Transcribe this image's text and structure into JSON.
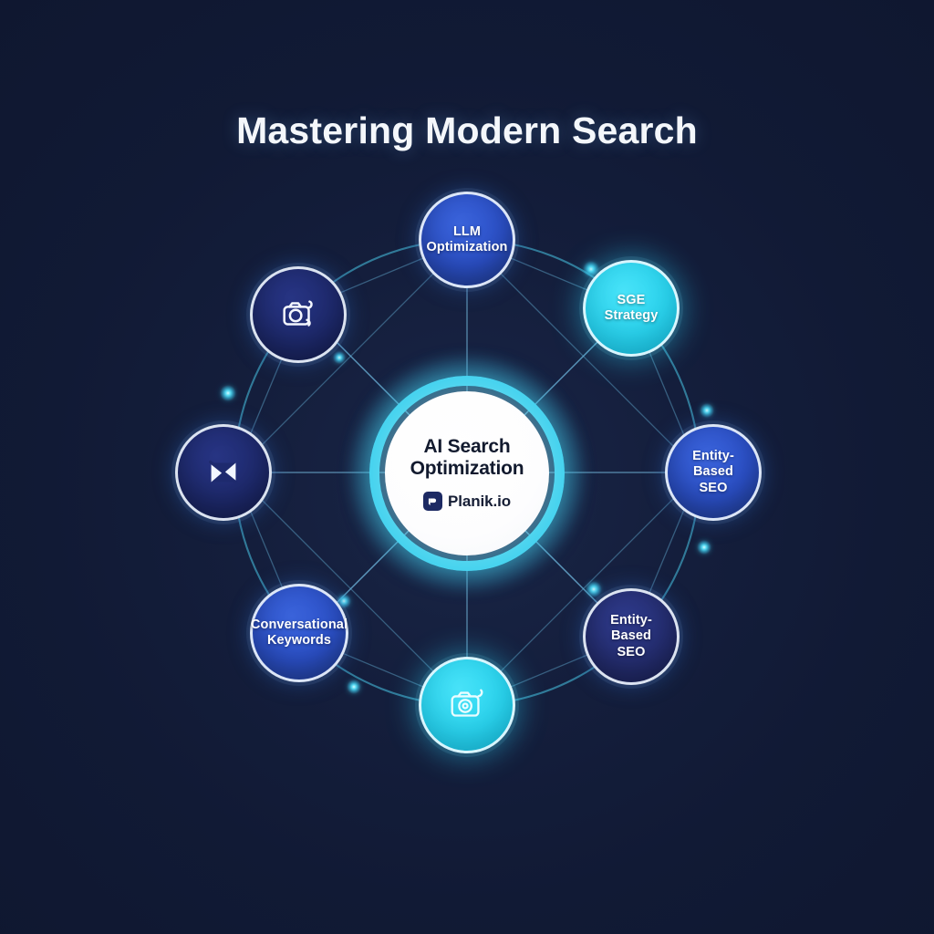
{
  "page": {
    "title": "Mastering Modern Search",
    "background_color": "#121c38",
    "accent_cyan": "#46d3ef",
    "accent_blue": "#2b50c8",
    "accent_navy": "#1e2a6e"
  },
  "hub": {
    "title": "AI Search\nOptimization",
    "brand_name": "Planik.io",
    "brand_mark_icon": "planik-p-logo-icon",
    "ring_color": "#46d3ef",
    "core_color": "#ffffff"
  },
  "chart_data": {
    "type": "diagram",
    "layout": "hub-and-spoke network",
    "title": "Mastering Modern Search",
    "center": "AI Search Optimization",
    "nodes": [
      {
        "label": "LLM\nOptimization",
        "angle_deg": 270,
        "color": "#2b50c8",
        "kind": "text"
      },
      {
        "label": "SGE\nStrategy",
        "angle_deg": 315,
        "color": "#2ad4ee",
        "kind": "text"
      },
      {
        "label": "Entity-Based\nSEO",
        "angle_deg": 0,
        "color": "#2b50c8",
        "kind": "text"
      },
      {
        "label": "Entity-Based\nSEO",
        "angle_deg": 45,
        "color": "#252e72",
        "kind": "text"
      },
      {
        "label": "",
        "angle_deg": 90,
        "color": "#2ad4ee",
        "kind": "icon",
        "icon": "camera-icon"
      },
      {
        "label": "Conversational\nKeywords",
        "angle_deg": 135,
        "color": "#2b50c8",
        "kind": "text"
      },
      {
        "label": "",
        "angle_deg": 180,
        "color": "#1e2a6e",
        "kind": "icon",
        "icon": "mail-envelope-icon"
      },
      {
        "label": "",
        "angle_deg": 225,
        "color": "#1e2a6e",
        "kind": "icon",
        "icon": "camera-icon"
      }
    ],
    "edges": "every satellite node connects to the center hub and to its ring neighbours",
    "ring": "thin cyan orbit circle passing through all eight satellite nodes",
    "glow_dots": 8
  },
  "nodes": [
    {
      "id": "llm-optimization",
      "label": "LLM\nOptimization",
      "icon": ""
    },
    {
      "id": "sge-strategy",
      "label": "SGE\nStrategy",
      "icon": ""
    },
    {
      "id": "entity-based-seo-right",
      "label": "Entity-Based\nSEO",
      "icon": ""
    },
    {
      "id": "entity-based-seo-lower",
      "label": "Entity-Based\nSEO",
      "icon": ""
    },
    {
      "id": "camera-bottom",
      "label": "",
      "icon": "camera-icon"
    },
    {
      "id": "conversational-keywords",
      "label": "Conversational\nKeywords",
      "icon": ""
    },
    {
      "id": "mail-left",
      "label": "",
      "icon": "mail-envelope-icon"
    },
    {
      "id": "camera-upper-left",
      "label": "",
      "icon": "camera-icon"
    }
  ]
}
